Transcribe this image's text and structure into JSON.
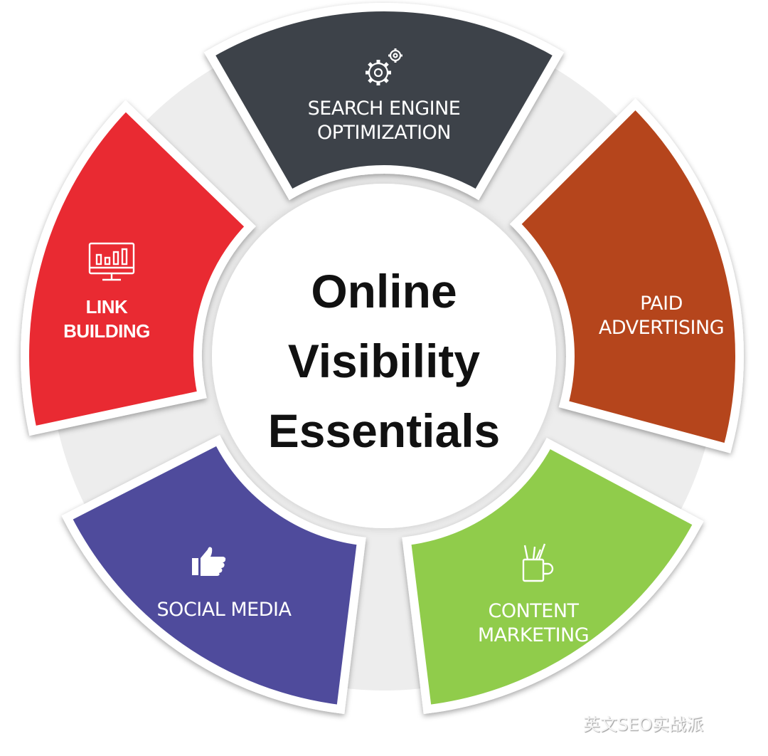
{
  "title": [
    "Online",
    "Visibility",
    "Essentials"
  ],
  "segments": [
    {
      "id": "seo",
      "label_lines": [
        "SEARCH ENGINE",
        "OPTIMIZATION"
      ],
      "icon": "gears-icon",
      "color": "#3e4249"
    },
    {
      "id": "paid",
      "label_lines": [
        "PAID",
        "ADVERTISING"
      ],
      "icon": "",
      "color": "#b5441a"
    },
    {
      "id": "content",
      "label_lines": [
        "CONTENT",
        "MARKETING"
      ],
      "icon": "mug-pencils-icon",
      "color": "#90cc4c"
    },
    {
      "id": "social",
      "label_lines": [
        "SOCIAL MEDIA"
      ],
      "icon": "thumbs-up-icon",
      "color": "#4f4c9c"
    },
    {
      "id": "link",
      "label_lines": [
        "LINK",
        "BUILDING"
      ],
      "icon": "monitor-chart-icon",
      "color": "#e92b30"
    }
  ],
  "watermark": "英文SEO实战派"
}
